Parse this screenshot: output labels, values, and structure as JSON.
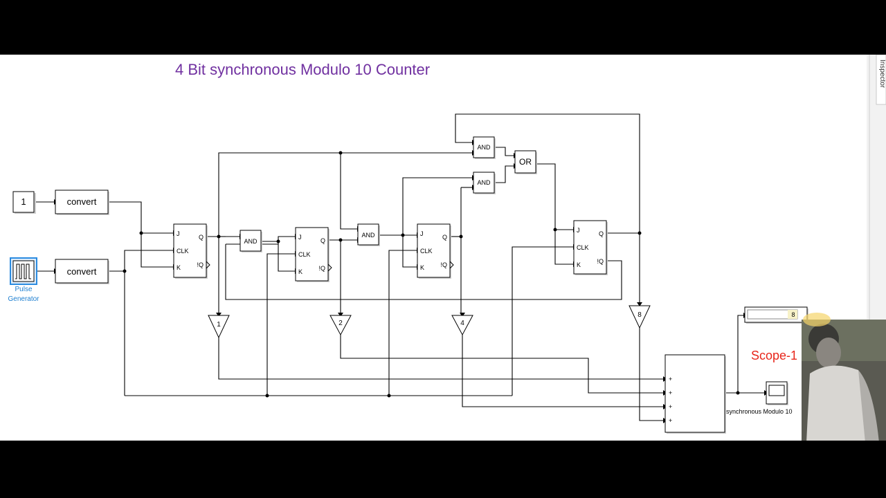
{
  "diagram": {
    "title": "4 Bit synchronous Modulo 10 Counter",
    "inspector_tab": "Inspector",
    "constant_block": {
      "value": "1"
    },
    "convert_blocks": [
      {
        "label": "convert"
      },
      {
        "label": "convert"
      }
    ],
    "pulse_generator": {
      "label_line1": "Pulse",
      "label_line2": "Generator"
    },
    "flip_flops": [
      {
        "ports": {
          "j": "J",
          "clk": "CLK",
          "k": "K",
          "q": "Q",
          "qbar": "!Q"
        }
      },
      {
        "ports": {
          "j": "J",
          "clk": "CLK",
          "k": "K",
          "q": "Q",
          "qbar": "!Q"
        }
      },
      {
        "ports": {
          "j": "J",
          "clk": "CLK",
          "k": "K",
          "q": "Q",
          "qbar": "!Q"
        }
      },
      {
        "ports": {
          "j": "J",
          "clk": "CLK",
          "k": "K",
          "q": "Q",
          "qbar": "!Q"
        }
      }
    ],
    "and_gates": [
      {
        "label": "AND"
      },
      {
        "label": "AND"
      },
      {
        "label": "AND"
      },
      {
        "label": "AND"
      }
    ],
    "or_gate": {
      "label": "OR"
    },
    "gains": [
      {
        "value": "1"
      },
      {
        "value": "2"
      },
      {
        "value": "4"
      },
      {
        "value": "8"
      }
    ],
    "sum_block": {
      "inputs": [
        "+",
        "+",
        "+",
        "+"
      ]
    },
    "display_block": {
      "value": "8"
    },
    "scope_label": "Scope-1",
    "scope_block_label": "synchronous Modulo 10"
  },
  "colors": {
    "title": "#7030a0",
    "scope_label": "#e8251a",
    "pulse_label": "#1e7fd0",
    "pulse_border": "#2a8be0",
    "canvas": "#ffffff",
    "letterbox": "#000000"
  },
  "icons": [
    "pulse-wave-icon",
    "scope-screen-icon"
  ]
}
